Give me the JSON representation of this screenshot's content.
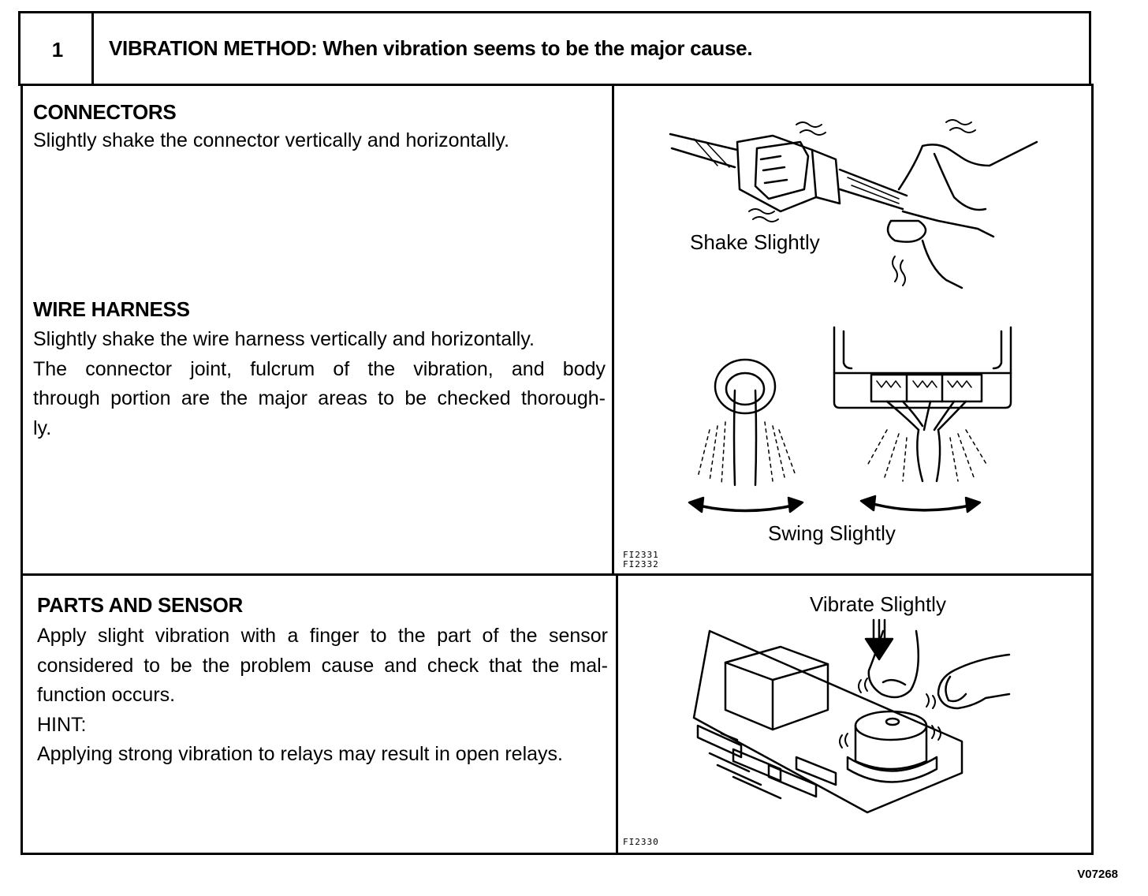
{
  "step": {
    "number": "1",
    "title": "VIBRATION METHOD: When vibration seems to be the major cause."
  },
  "connectors": {
    "heading": "CONNECTORS",
    "text": "Slightly shake the connector vertically and horizontally."
  },
  "wire_harness": {
    "heading": "WIRE HARNESS",
    "line1": "Slightly shake the wire harness vertically and horizontally.",
    "line2": "The connector joint, fulcrum of the vibration, and body",
    "line3": "through portion are the major areas to be checked thorough-",
    "line4": "ly."
  },
  "parts_sensor": {
    "heading": "PARTS AND SENSOR",
    "line1": "Apply slight vibration with a finger to the part of the sensor",
    "line2": "considered to be the problem cause and check that the mal-",
    "line3": "function occurs.",
    "hint_label": "HINT:",
    "hint_text": "Applying strong vibration to relays may result in open relays."
  },
  "illustrations": {
    "shake_label": "Shake Slightly",
    "swing_label": "Swing Slightly",
    "vibrate_label": "Vibrate Slightly",
    "ref_top_1": "FI2331",
    "ref_top_2": "FI2332",
    "ref_bottom": "FI2330"
  },
  "doc_code": "V07268"
}
